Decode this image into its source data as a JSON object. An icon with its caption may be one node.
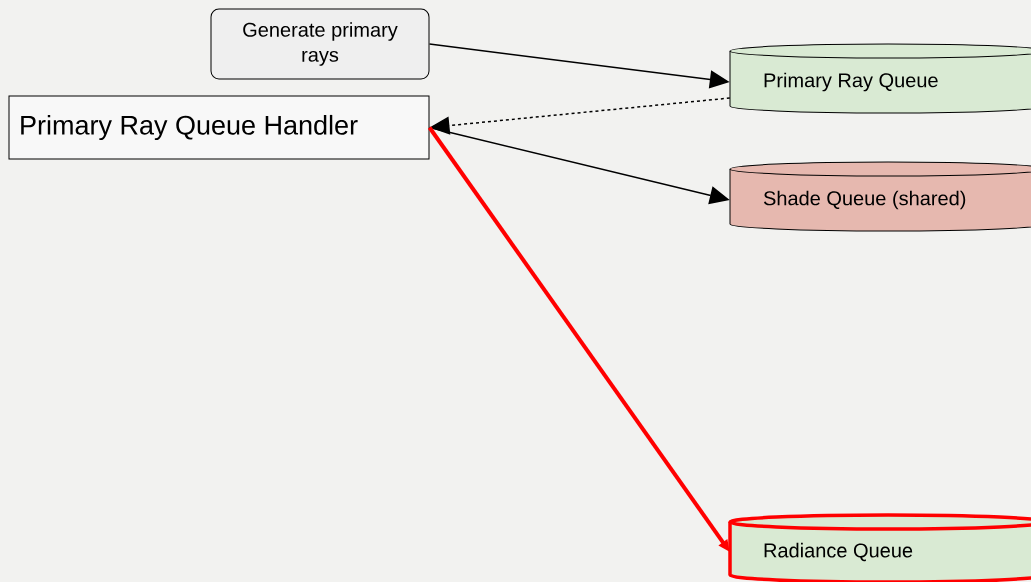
{
  "diagram": {
    "nodes": [
      {
        "text": [
          "Generate primary rays"
        ]
      },
      {
        "text": [
          "Primary Ray Queue"
        ]
      },
      {
        "text": [
          "Primary Ray Queue Handler"
        ]
      },
      {
        "text": [
          "Shade Queue (shared)"
        ]
      },
      {
        "text": [
          "Radiance Queue"
        ]
      }
    ],
    "edges": [
      {
        "from": 0,
        "to": 1,
        "arrow": "to"
      },
      {
        "from": 1,
        "to": 2,
        "arrow": "to",
        "style": "dashed"
      },
      {
        "from": 2,
        "to": 3,
        "arrow": "to"
      },
      {
        "from": 2,
        "to": 4,
        "arrow": "to",
        "style": "thick",
        "color": "#ff0000"
      }
    ]
  }
}
